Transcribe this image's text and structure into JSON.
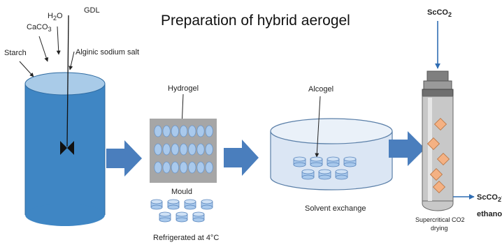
{
  "title": "Preparation of hybrid aerogel",
  "ingredients": {
    "starch": "Starch",
    "caco3_main": "CaCO",
    "caco3_sub": "3",
    "h2o_h": "H",
    "h2o_sub": "2",
    "h2o_o": "O",
    "gdl": "GDL",
    "alginic": "Alginic sodium salt"
  },
  "stages": {
    "hydrogel": "Hydrogel",
    "mould": "Mould",
    "refrigerated": "Refrigerated at 4°C",
    "alcogel": "Alcogel",
    "solvent_exchange": "Solvent exchange",
    "supercritical_line1": "Supercritical CO2",
    "supercritical_line2": "drying"
  },
  "flows": {
    "scco2_in_main": "ScCO",
    "scco2_in_sub": "2",
    "scco2_out_main": "ScCO",
    "scco2_out_sub": "2",
    "scco2_out_plus": "+",
    "ethanol": "ethano"
  },
  "colors": {
    "cylinder_blue": "#3f86c4",
    "cylinder_top": "#a9cbe8",
    "arrow_blue": "#4a7ebd",
    "mould_grey": "#a6a6a6",
    "bath_fill": "#dbe6f4",
    "pellet_blue": "#a9c9ec",
    "flake_orange": "#f4b183"
  }
}
